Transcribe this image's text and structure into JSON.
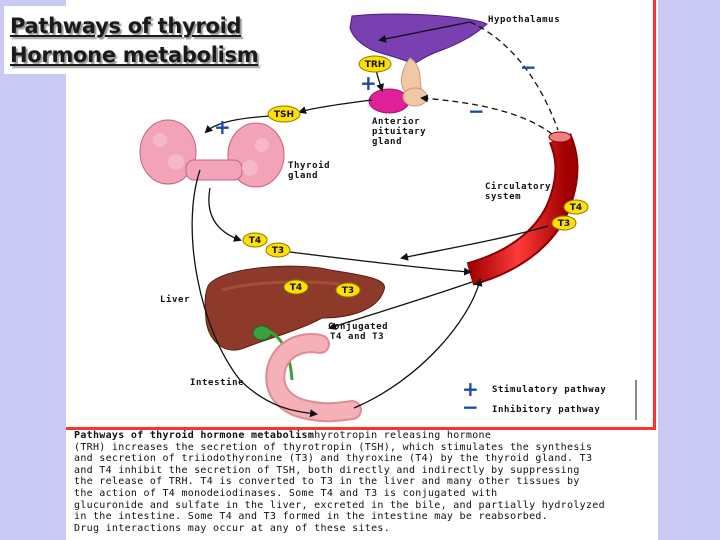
{
  "slide": {
    "title_line1": "Pathways of thyroid",
    "title_line2": "Hormone metabolism"
  },
  "diagram": {
    "labels": {
      "hypothalamus": "Hypothalamus",
      "anterior_pituitary_1": "Anterior",
      "anterior_pituitary_2": "pituitary",
      "anterior_pituitary_3": "gland",
      "thyroid_1": "Thyroid",
      "thyroid_2": "gland",
      "circulatory_1": "Circulatory",
      "circulatory_2": "system",
      "liver": "Liver",
      "conjugated_1": "Conjugated",
      "conjugated_2": "T4 and T3",
      "intestine": "Intestine"
    },
    "badges": {
      "trh": "TRH",
      "tsh": "TSH",
      "t4": "T4",
      "t3": "T3"
    },
    "signs": {
      "plus": "+",
      "minus": "−"
    },
    "legend": {
      "stimulatory": "Stimulatory pathway",
      "inhibitory": "Inhibitory pathway"
    },
    "colors": {
      "hypothalamus": "#7a3fb0",
      "pituitary": "#e0209a",
      "thyroid": "#f3a3b8",
      "liver": "#8e3a2a",
      "vessel": "#e01818",
      "intestine": "#f5b0b8",
      "gallbladder": "#3aa03a",
      "badge": "#ffe000",
      "sign": "#1a48b0",
      "border": "#ff3030",
      "background": "#c9c9f4"
    }
  },
  "caption": {
    "title": "Pathways of thyroid  hormone metabolism",
    "lines": [
      "hyrotropin  releasing hormone",
      "(TRH) increases the secretion of thyrotropin (TSH), which stimulates the synthesis",
      "and secretion of triiodothyronine (T3) and thyroxine (T4) by the thyroid gland. T3",
      "and T4 inhibit the secretion of TSH, both directly and indirectly by suppressing",
      "the release of TRH. T4 is converted to T3 in the liver and many other tissues by",
      "the action of T4 monodeiodinases. Some T4 and T3 is conjugated with",
      "glucuronide and sulfate in the liver, excreted in the bile, and partially hydrolyzed",
      "in the intestine. Some T4  and T3 formed in the intestine may be reabsorbed.",
      "Drug interactions may occur at any of these sites."
    ]
  }
}
